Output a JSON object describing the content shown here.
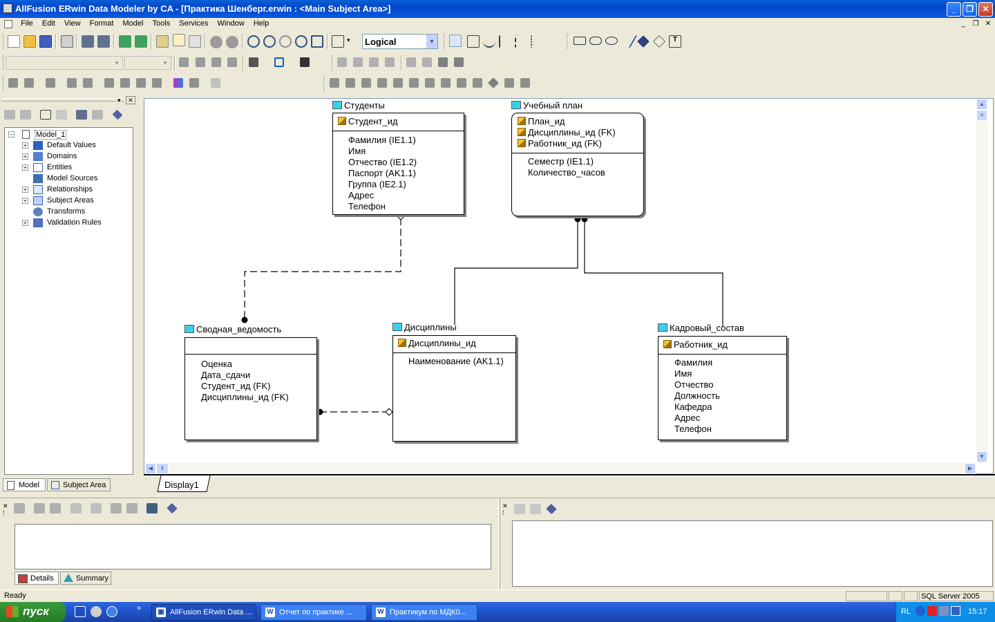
{
  "window": {
    "title": "AllFusion ERwin Data Modeler by CA - [Практика Шенберг.erwin : <Main Subject Area>]"
  },
  "menu": [
    "File",
    "Edit",
    "View",
    "Format",
    "Model",
    "Tools",
    "Services",
    "Window",
    "Help"
  ],
  "toolbar": {
    "view_mode": "Logical"
  },
  "model_tree": {
    "root": "Model_1",
    "items": [
      "Default Values",
      "Domains",
      "Entities",
      "Model Sources",
      "Relationships",
      "Subject Areas",
      "Transforms",
      "Validation Rules"
    ]
  },
  "left_tabs": [
    "Model",
    "Subject Area"
  ],
  "entities": {
    "students": {
      "name": "Студенты",
      "keys": [
        "Студент_ид"
      ],
      "attrs": [
        "Фамилия (IE1.1)",
        "Имя",
        "Отчество (IE1.2)",
        "Паспорт (AK1.1)",
        "Группа (IE2.1)",
        "Адрес",
        "Телефон"
      ]
    },
    "plan": {
      "name": "Учебный план",
      "keys": [
        "План_ид",
        "Дисциплины_ид (FK)",
        "Работник_ид (FK)"
      ],
      "attrs": [
        "Семестр (IE1.1)",
        "Количество_часов"
      ]
    },
    "grades": {
      "name": "Сводная_ведомость",
      "keys": [],
      "attrs": [
        "Оценка",
        "Дата_сдачи",
        "Студент_ид (FK)",
        "Дисциплины_ид (FK)"
      ]
    },
    "disciplines": {
      "name": "Дисциплины",
      "keys": [
        "Дисциплины_ид"
      ],
      "attrs": [
        "Наименование (AK1.1)"
      ]
    },
    "staff": {
      "name": "Кадровый_состав",
      "keys": [
        "Работник_ид"
      ],
      "attrs": [
        "Фамилия",
        "Имя",
        "Отчество",
        "Должность",
        "Кафедра",
        "Адрес",
        "Телефон"
      ]
    }
  },
  "display_tab": "Display1",
  "bottom_tabs": [
    "Details",
    "Summary"
  ],
  "status": {
    "left": "Ready",
    "right": "SQL Server 2005"
  },
  "taskbar": {
    "start": "пуск",
    "tasks": [
      "AllFusion ERwin Data ...",
      "Отчет по практике ...",
      "Практикум по МДК0..."
    ],
    "lang": "RL",
    "clock": "15:17"
  }
}
